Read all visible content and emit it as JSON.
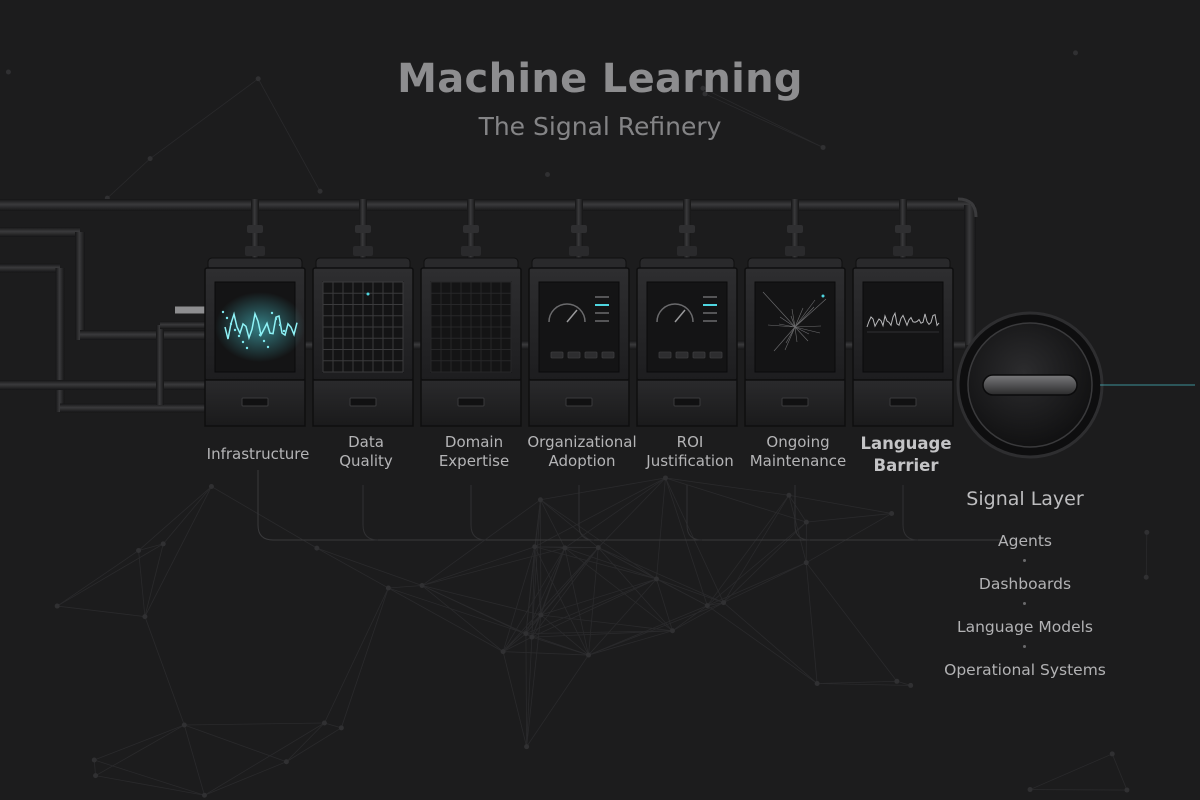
{
  "header": {
    "title": "Machine Learning",
    "subtitle": "The Signal Refinery"
  },
  "refinery": {
    "units": [
      {
        "id": "infrastructure",
        "lines": [
          "Infrastructure"
        ],
        "emphasis": false,
        "screen": "glow"
      },
      {
        "id": "data-quality",
        "lines": [
          "Data",
          "Quality"
        ],
        "emphasis": false,
        "screen": "grid"
      },
      {
        "id": "domain-expertise",
        "lines": [
          "Domain",
          "Expertise"
        ],
        "emphasis": false,
        "screen": "grid-faint"
      },
      {
        "id": "organizational-adoption",
        "lines": [
          "Organizational",
          "Adoption"
        ],
        "emphasis": false,
        "screen": "gauge"
      },
      {
        "id": "roi-justification",
        "lines": [
          "ROI",
          "Justification"
        ],
        "emphasis": false,
        "screen": "gauge"
      },
      {
        "id": "ongoing-maintenance",
        "lines": [
          "Ongoing",
          "Maintenance"
        ],
        "emphasis": false,
        "screen": "scatter"
      },
      {
        "id": "language-barrier",
        "lines": [
          "Language",
          "Barrier"
        ],
        "emphasis": true,
        "screen": "wave"
      }
    ]
  },
  "signal_layer": {
    "title": "Signal Layer",
    "items": [
      "Agents",
      "Dashboards",
      "Language Models",
      "Operational Systems"
    ]
  },
  "colors": {
    "background": "#1c1c1d",
    "pipe": "#2a2a2c",
    "accent_glow": "#4fd6e0",
    "text": "#b4b4b6"
  }
}
